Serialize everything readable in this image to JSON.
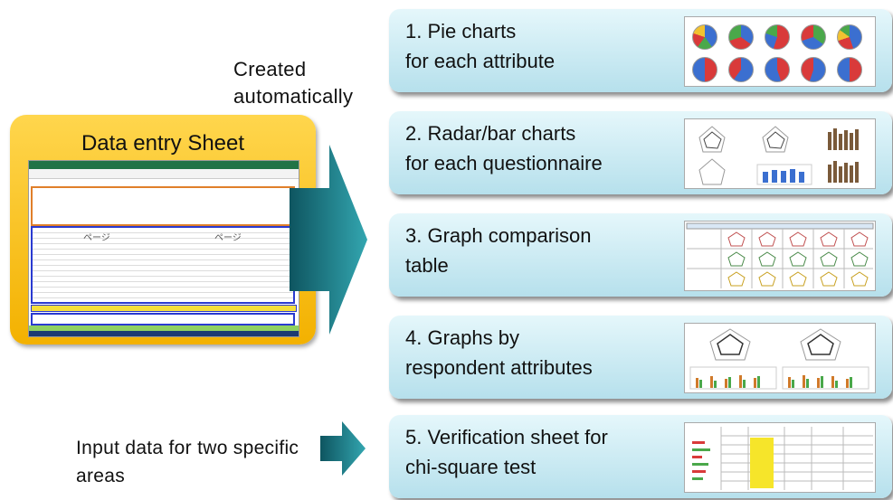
{
  "labels": {
    "created": "Created automatically",
    "input_note": "Input data for two specific areas"
  },
  "data_sheet": {
    "title": "Data entry Sheet",
    "page_left": "ページ",
    "page_right": "ページ"
  },
  "outputs": [
    {
      "text": "1. Pie charts\nfor each attribute"
    },
    {
      "text": "2. Radar/bar charts\nfor each questionnaire"
    },
    {
      "text": "3. Graph comparison\ntable"
    },
    {
      "text": "4. Graphs by\nrespondent attributes"
    },
    {
      "text": "5. Verification sheet for\nchi-square test"
    }
  ],
  "colors": {
    "sheet_fill": "#f3b100",
    "card_fill": "#b6e0ec",
    "arrow": "#1f7f8b"
  }
}
